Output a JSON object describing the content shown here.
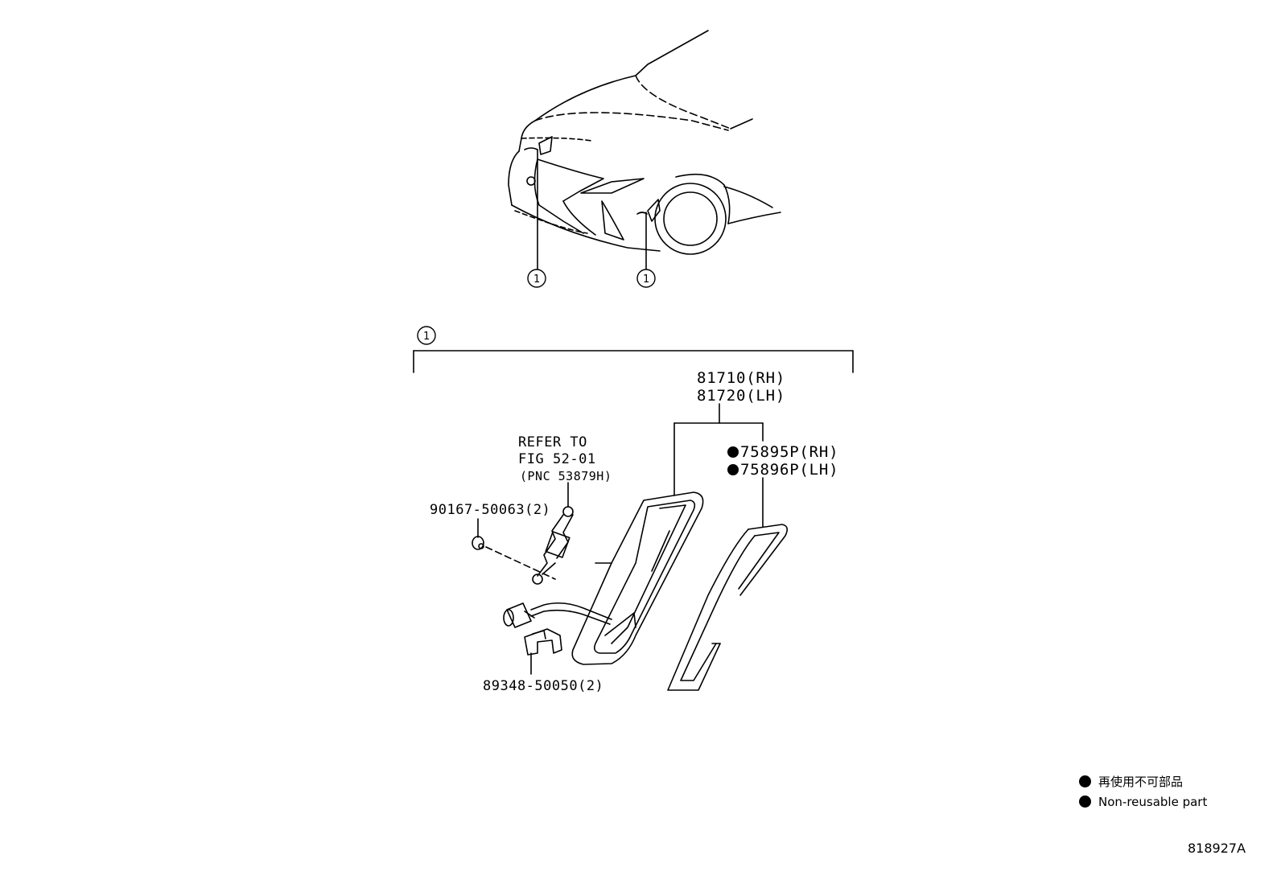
{
  "callouts": {
    "car_left": "1",
    "car_right": "1",
    "assembly": "1"
  },
  "parts": {
    "lamp_rh": "81710(RH)",
    "lamp_lh": "81720(LH)",
    "gasket_rh": "75895P(RH)",
    "gasket_lh": "75896P(LH)",
    "refer_line1": "REFER TO",
    "refer_line2": "FIG 52-01",
    "refer_line3": "(PNC 53879H)",
    "screw": "90167-50063(2)",
    "clip": "89348-50050(2)"
  },
  "legend": {
    "japanese": "再使用不可部品",
    "english": "Non-reusable part"
  },
  "figure_id": "818927A",
  "colors": {
    "ink": "#000000",
    "background": "#ffffff"
  }
}
